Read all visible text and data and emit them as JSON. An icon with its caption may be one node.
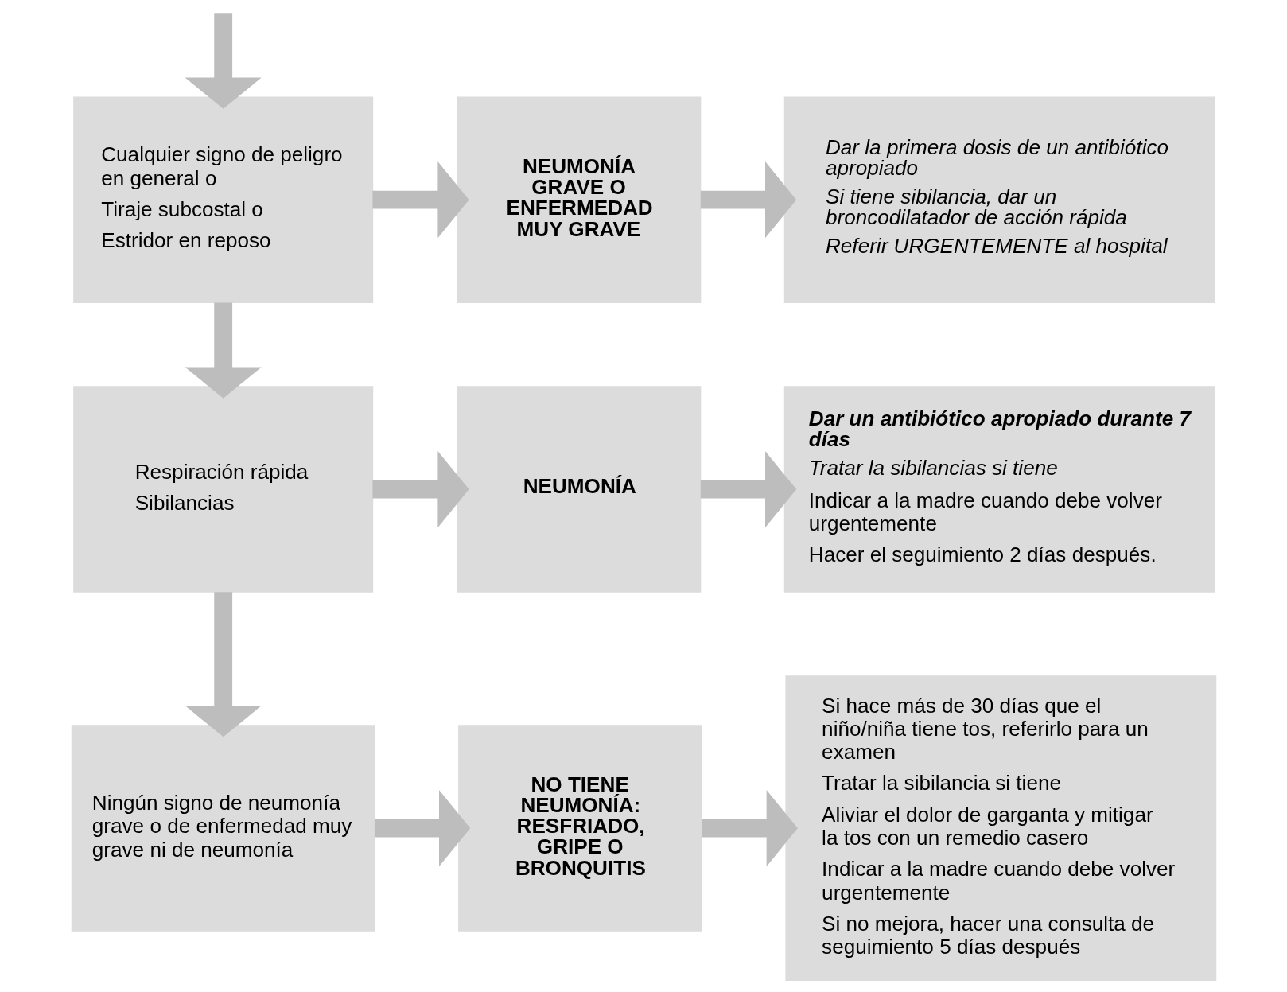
{
  "diagram": {
    "nodes": [
      {
        "text": [
          "Cualquier signo de peligro en general o",
          "Tiraje subcostal o",
          "Estridor en reposo"
        ]
      },
      {
        "text": [
          "NEUMONÍA GRAVE O ENFERMEDAD MUY GRAVE"
        ]
      },
      {
        "text": [
          "Dar la primera dosis de un antibiótico apropiado",
          "Si tiene sibilancia, dar un broncodilatador de acción rápida",
          "Referir URGENTEMENTE al hospital"
        ]
      },
      {
        "text": [
          "Respiración rápida",
          "Sibilancias"
        ]
      },
      {
        "text": [
          "NEUMONÍA"
        ]
      },
      {
        "text": [
          "Dar un antibiótico apropiado durante 7 días",
          "Tratar la sibilancias si tiene",
          "Indicar a la madre cuando debe volver urgentemente",
          "Hacer el seguimiento 2 días después."
        ]
      },
      {
        "text": [
          "Ningún signo de neumonía grave o de enfermedad muy grave ni de neumonía"
        ]
      },
      {
        "text": [
          "NO TIENE NEUMONÍA: RESFRIADO, GRIPE O BRONQUITIS"
        ]
      },
      {
        "text": [
          "Si hace más de 30 días que el niño/niña tiene tos, referirlo para un examen",
          "Tratar la sibilancia si tiene",
          "Aliviar el dolor de garganta y mitigar la tos con un remedio casero",
          "Indicar a la madre cuando debe volver urgentemente",
          "Si no mejora, hacer una consulta de seguimiento 5 días después"
        ]
      }
    ],
    "edges": [
      {
        "from": null,
        "to": 0,
        "arrow": "to"
      },
      {
        "from": 0,
        "to": 1,
        "arrow": "to"
      },
      {
        "from": 1,
        "to": 2,
        "arrow": "to"
      },
      {
        "from": 0,
        "to": 3,
        "arrow": "to"
      },
      {
        "from": 3,
        "to": 4,
        "arrow": "to"
      },
      {
        "from": 4,
        "to": 5,
        "arrow": "to"
      },
      {
        "from": 3,
        "to": 6,
        "arrow": "to"
      },
      {
        "from": 6,
        "to": 7,
        "arrow": "to"
      },
      {
        "from": 7,
        "to": 8,
        "arrow": "to"
      }
    ]
  }
}
